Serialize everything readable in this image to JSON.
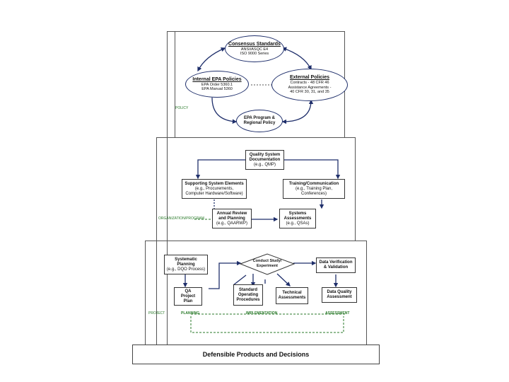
{
  "top": {
    "consensus": {
      "title": "Consensus Standards",
      "lines": [
        "ANSI/ASQC E4",
        "ISO 9000 Series"
      ]
    },
    "internal": {
      "title": "Internal EPA Policies",
      "lines": [
        "EPA Order 5360.1",
        "EPA Manual 5360"
      ]
    },
    "external": {
      "title": "External Policies",
      "lines": [
        "Contracts - 48 CFR 46",
        "Assistance Agreements -",
        "40 CFR 30, 31, and 35"
      ]
    },
    "program": {
      "title": "EPA Program &",
      "title2": "Regional Policy"
    },
    "side_label": "POLICY"
  },
  "middle": {
    "qsd": {
      "title": "Quality System",
      "title2": "Documentation",
      "sub": "(e.g., QMP)"
    },
    "supporting": {
      "title": "Supporting System Elements",
      "lines": [
        "(e.g., Procurements,",
        "Computer Hardware/Software)"
      ]
    },
    "training": {
      "title": "Training/Communication",
      "lines": [
        "(e.g., Training Plan,",
        "Conferences)"
      ]
    },
    "annual": {
      "title": "Annual Review",
      "title2": "and Planning",
      "sub": "(e.g., QAARWP)"
    },
    "systems": {
      "title": "Systems",
      "title2": "Assessments",
      "sub": "(e.g., QSAs)"
    },
    "side_label": "ORGANIZATION/PROGRAM"
  },
  "bottom": {
    "systematic": {
      "title": "Systematic",
      "title2": "Planning",
      "sub": "(e.g., DQO Process)"
    },
    "qa": {
      "title": "QA",
      "title2": "Project Plan"
    },
    "conduct": {
      "title": "Conduct Study/",
      "title2": "Experiment"
    },
    "verification": {
      "title": "Data Verification",
      "title2": "& Validation"
    },
    "sop": {
      "title": "Standard",
      "title2": "Operating",
      "title3": "Procedures"
    },
    "technical": {
      "title": "Technical",
      "title2": "Assessments"
    },
    "dqa": {
      "title": "Data Quality",
      "title2": "Assessment"
    },
    "phases": {
      "planning": "PLANNING",
      "implementation": "IMPLEMENTATION",
      "assessment": "ASSESSMENT"
    },
    "side_label": "PROJECT"
  },
  "footer": {
    "title": "Defensible Products and Decisions"
  },
  "colors": {
    "arrow": "#1f2f6b",
    "dashed": "#2a7a2a"
  }
}
